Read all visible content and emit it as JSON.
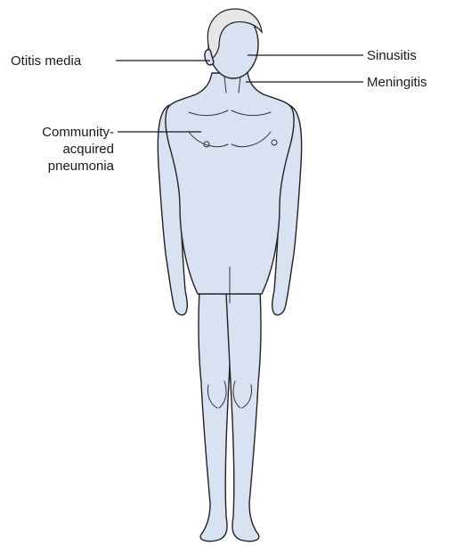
{
  "colors": {
    "skin": "#d9e2f3",
    "hair": "#e6e6e6",
    "outline": "#222222"
  },
  "labels": {
    "otitis_media": "Otitis media",
    "sinusitis": "Sinusitis",
    "meningitis": "Meningitis",
    "pneumonia_line1": "Community-",
    "pneumonia_line2": "acquired",
    "pneumonia_line3": "pneumonia"
  }
}
